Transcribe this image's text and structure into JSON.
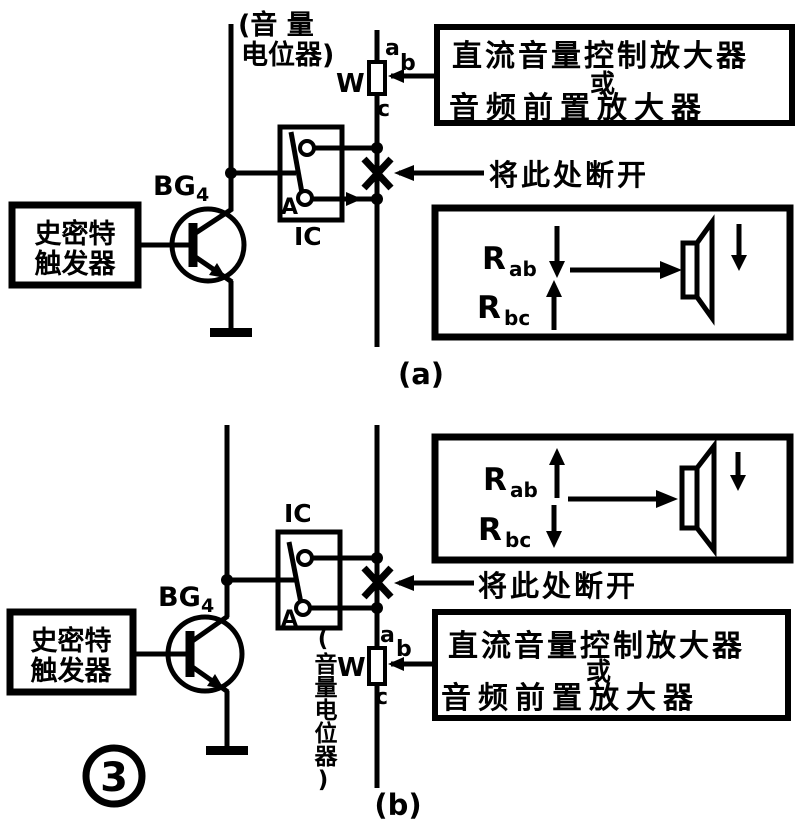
{
  "colors": {
    "ink": "#000000",
    "paper": "#ffffff"
  },
  "shared": {
    "amp_line1": "直流音量控制放大器",
    "amp_or": "或",
    "amp_line3": "音频前置放大器",
    "break_note": "将此处断开",
    "schmitt_line1": "史密特",
    "schmitt_line2": "触发器",
    "transistor": "BG",
    "transistor_sub": "4",
    "ic": "IC",
    "contact_a": "A",
    "term_a": "a",
    "term_b": "b",
    "term_c": "c",
    "wiper": "W",
    "r": "R",
    "sub_ab": "ab",
    "sub_bc": "bc"
  },
  "diagram_a": {
    "caption": "(a)",
    "pot_title_line1": "(音  量",
    "pot_title_line2": "电位器)",
    "effect": {
      "rab_arrow": "down",
      "rbc_arrow": "up",
      "speaker_arrow": "down"
    }
  },
  "diagram_b": {
    "caption": "(b)",
    "pot_title_vertical": "(音量电位器)",
    "effect": {
      "rab_arrow": "up",
      "rbc_arrow": "down",
      "speaker_arrow": "down"
    }
  },
  "figure_number": "3"
}
